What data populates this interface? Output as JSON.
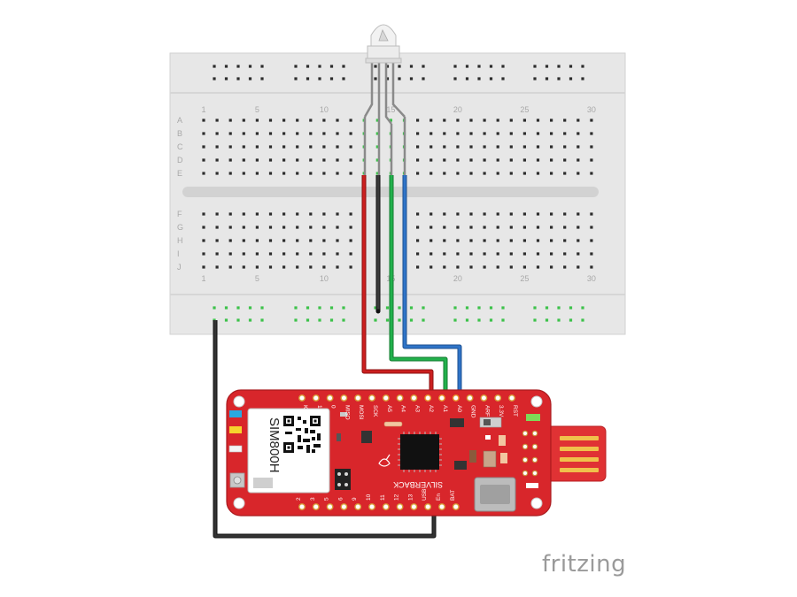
{
  "breadboard": {
    "rows_top": [
      "A",
      "B",
      "C",
      "D",
      "E"
    ],
    "rows_bottom": [
      "F",
      "G",
      "H",
      "I",
      "J"
    ],
    "column_numbers": [
      "1",
      "5",
      "10",
      "15",
      "20",
      "25",
      "30"
    ]
  },
  "board": {
    "module_label": "SIM800H",
    "product_label": "SILVERBACK",
    "top_pins": [
      "Key",
      "1",
      "0",
      "MISO",
      "MOSI",
      "SCK",
      "A5",
      "A4",
      "A3",
      "A2",
      "A1",
      "A0",
      "GND",
      "ARF",
      "3.3V",
      "RST"
    ],
    "bottom_pins": [
      "2",
      "3",
      "5",
      "6",
      "9",
      "10",
      "11",
      "12",
      "13",
      "USB",
      "En",
      "BAT"
    ]
  },
  "wires": [
    {
      "name": "red-wire",
      "color": "#cc1f1f"
    },
    {
      "name": "black-wire",
      "color": "#2a2a2a"
    },
    {
      "name": "green-wire",
      "color": "#22b14c"
    },
    {
      "name": "blue-wire",
      "color": "#2f74c8"
    },
    {
      "name": "ground-wire",
      "color": "#2a2a2a"
    }
  ],
  "colors": {
    "board_red": "#d8262b",
    "breadboard": "#e6e6e6",
    "usb_red": "#e03234",
    "contact_green": "#3cc24a"
  },
  "logo": {
    "text": "fritzing"
  }
}
